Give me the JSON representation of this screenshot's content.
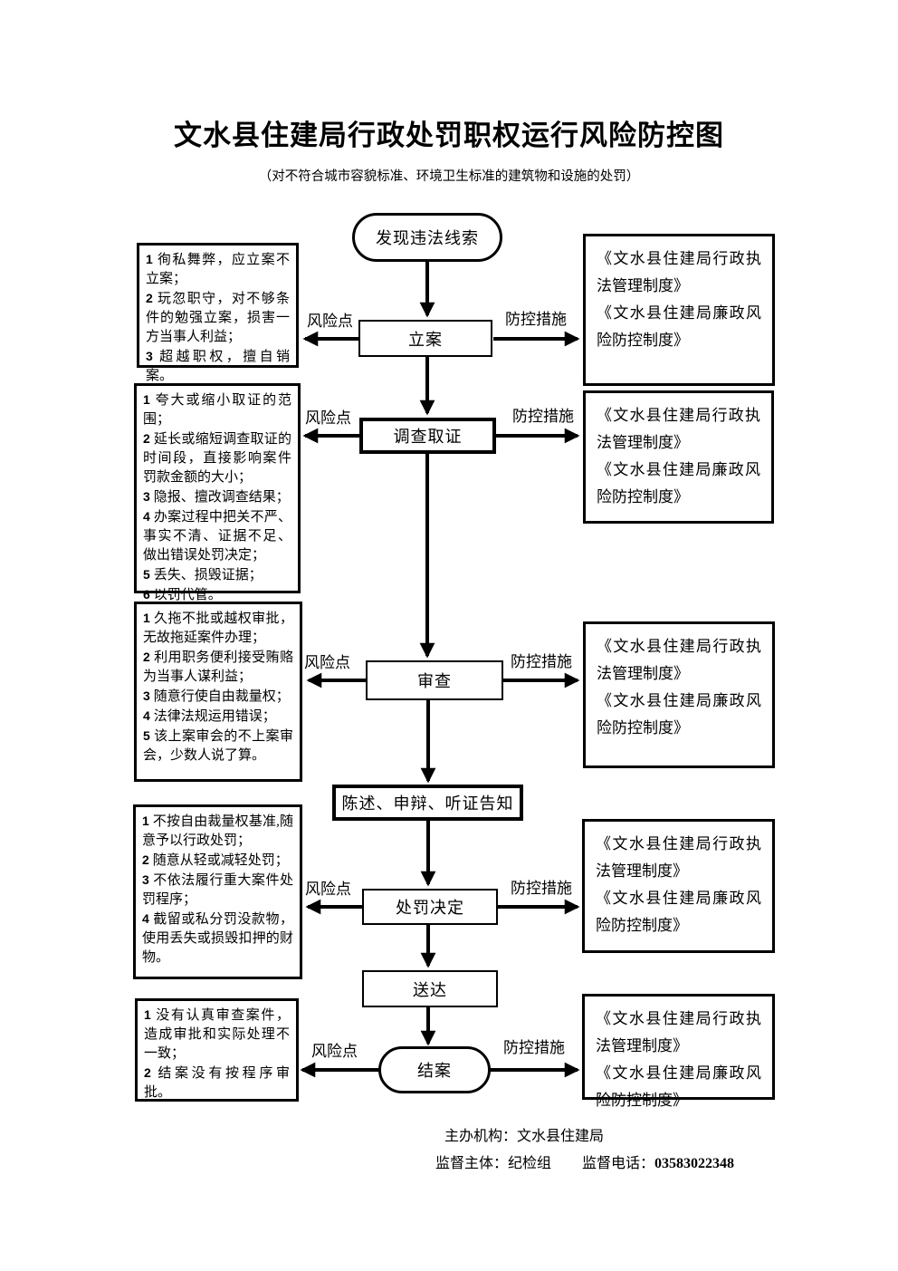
{
  "page": {
    "title": "文水县住建局行政处罚职权运行风险防控图",
    "subtitle": "（对不符合城市容貌标准、环境卫生标准的建筑物和设施的处罚）"
  },
  "labels": {
    "risk_point": "风险点",
    "control_measure": "防控措施"
  },
  "flow": {
    "start": "发现违法线索",
    "steps": [
      "立案",
      "调查取证",
      "审查",
      "陈述、申辩、听证告知",
      "处罚决定",
      "送达"
    ],
    "end": "结案"
  },
  "risk_boxes": [
    {
      "items": [
        {
          "num": "1",
          "text": "徇私舞弊，应立案不立案；"
        },
        {
          "num": "2",
          "text": "玩忽职守，对不够条件的勉强立案，损害一方当事人利益；"
        },
        {
          "num": "3",
          "text": "超越职权，擅自销案。"
        }
      ]
    },
    {
      "items": [
        {
          "num": "1",
          "text": "夸大或缩小取证的范围；"
        },
        {
          "num": "2",
          "text": "延长或缩短调查取证的时间段，直接影响案件罚款金额的大小；"
        },
        {
          "num": "3",
          "text": "隐报、擅改调查结果；"
        },
        {
          "num": "4",
          "text": "办案过程中把关不严、事实不清、证据不足、做出错误处罚决定；"
        },
        {
          "num": "5",
          "text": "丢失、损毁证据；"
        },
        {
          "num": "6",
          "text": "以罚代管。"
        }
      ]
    },
    {
      "items": [
        {
          "num": "1",
          "text": "久拖不批或越权审批，无故拖延案件办理；"
        },
        {
          "num": "2",
          "text": "利用职务便利接受贿赂为当事人谋利益；"
        },
        {
          "num": "3",
          "text": "随意行使自由裁量权；"
        },
        {
          "num": "4",
          "text": "法律法规运用错误；"
        },
        {
          "num": "5",
          "text": "该上案审会的不上案审会，少数人说了算。"
        }
      ]
    },
    {
      "items": [
        {
          "num": "1",
          "text": "不按自由裁量权基准,随意予以行政处罚；"
        },
        {
          "num": "2",
          "text": "随意从轻或减轻处罚；"
        },
        {
          "num": "3",
          "text": "不依法履行重大案件处罚程序；"
        },
        {
          "num": "4",
          "text": "截留或私分罚没款物，使用丢失或损毁扣押的财物。"
        }
      ]
    },
    {
      "items": [
        {
          "num": "1",
          "text": "没有认真审查案件，造成审批和实际处理不一致；"
        },
        {
          "num": "2",
          "text": "结案没有按程序审批。"
        }
      ]
    }
  ],
  "control_boxes": [
    {
      "items": [
        "《文水县住建局行政执法管理制度》",
        "《文水县住建局廉政风险防控制度》"
      ]
    },
    {
      "items": [
        "《文水县住建局行政执法管理制度》",
        "《文水县住建局廉政风险防控制度》"
      ]
    },
    {
      "items": [
        "《文水县住建局行政执法管理制度》",
        "《文水县住建局廉政风险防控制度》"
      ]
    },
    {
      "items": [
        "《文水县住建局行政执法管理制度》",
        "《文水县住建局廉政风险防控制度》"
      ]
    },
    {
      "items": [
        "《文水县住建局行政执法管理制度》",
        "《文水县住建局廉政风险防控制度》"
      ]
    }
  ],
  "footer": {
    "organizer": "主办机构：文水县住建局",
    "supervisor": "监督主体：纪检组",
    "phone_label": "监督电话：",
    "phone": "03583022348"
  }
}
